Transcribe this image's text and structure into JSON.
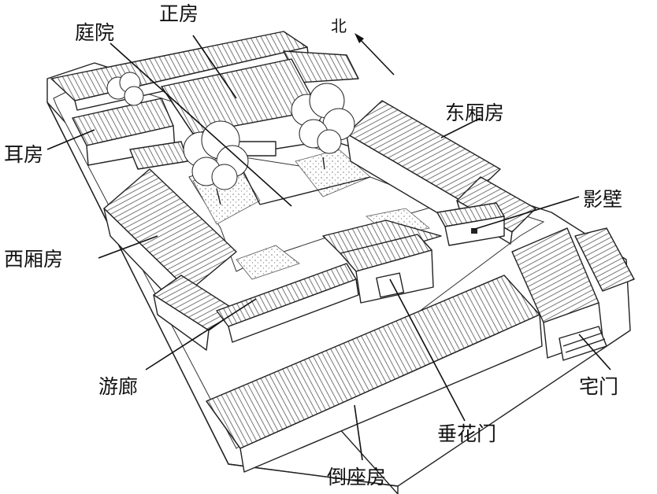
{
  "labels": {
    "main_house": "正房",
    "courtyard": "庭院",
    "north": "北",
    "ear_room": "耳房",
    "east_wing": "东厢房",
    "screen_wall": "影壁",
    "west_wing": "西厢房",
    "corridor": "游廊",
    "main_gate": "宅门",
    "hanging_flower_gate": "垂花门",
    "south_house": "倒座房"
  }
}
